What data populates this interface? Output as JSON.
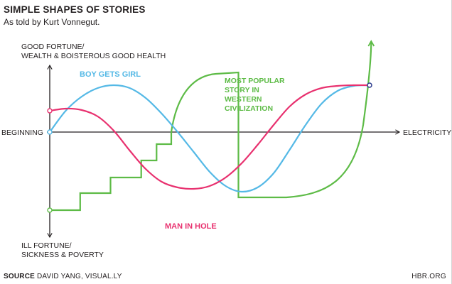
{
  "header": {
    "title": "SIMPLE SHAPES OF STORIES",
    "subtitle": "As told by Kurt Vonnegut."
  },
  "footer": {
    "source_label": "SOURCE",
    "source_text": " DAVID YANG, VISUAL.LY",
    "credit": "HBR.ORG"
  },
  "chart_data": {
    "type": "line",
    "grid": false,
    "legend": "labels placed next to each curve",
    "axes": {
      "y_top_label": [
        "GOOD FORTUNE/",
        "WEALTH & BOISTEROUS GOOD HEALTH"
      ],
      "y_bottom_label": [
        "ILL FORTUNE/",
        "SICKNESS & POVERTY"
      ],
      "x_left_label": "BEGINNING",
      "x_right_label": "ELECTRICITY",
      "xlim": [
        0,
        100
      ],
      "ylim": [
        -100,
        100
      ]
    },
    "colors": {
      "axis": "#231f20",
      "boy_gets_girl": "#55b9e6",
      "man_in_hole": "#e8316f",
      "most_popular": "#5dbb46"
    },
    "series": [
      {
        "key": "boy_gets_girl",
        "name": "BOY GETS GIRL",
        "x": [
          0,
          5,
          10,
          15,
          20,
          25,
          30,
          35,
          40,
          45,
          50,
          55,
          60,
          65,
          70,
          75,
          80,
          85,
          90,
          95,
          100
        ],
        "y": [
          0,
          30,
          50,
          62,
          66,
          62,
          48,
          26,
          0,
          -28,
          -56,
          -76,
          -84,
          -78,
          -58,
          -25,
          10,
          40,
          58,
          65,
          66
        ]
      },
      {
        "key": "man_in_hole",
        "name": "MAN IN HOLE",
        "x": [
          0,
          5,
          10,
          15,
          20,
          25,
          30,
          35,
          40,
          45,
          50,
          55,
          60,
          65,
          70,
          75,
          80,
          85,
          90,
          95,
          100
        ],
        "y": [
          30,
          33,
          31,
          22,
          2,
          -26,
          -52,
          -70,
          -78,
          -80,
          -76,
          -64,
          -44,
          -18,
          10,
          36,
          53,
          62,
          65,
          66,
          66
        ]
      },
      {
        "key": "most_popular",
        "name": [
          "MOST POPULAR",
          "STORY IN",
          "WESTERN",
          "CIVILIZATION"
        ],
        "x": [
          0,
          9.5,
          9.5,
          19,
          19,
          28.6,
          28.6,
          38,
          45,
          52,
          59,
          68,
          78,
          85,
          90,
          95,
          100
        ],
        "y": [
          -110,
          -110,
          -86,
          -86,
          -64,
          -64,
          -40,
          0,
          72,
          82,
          84,
          -92,
          -92,
          -86,
          -66,
          -20,
          120
        ],
        "steps_x": [
          0,
          9.5,
          19,
          28.6,
          33.4,
          38
        ],
        "steps_y": [
          -110,
          -86,
          -64,
          -40,
          -17,
          0
        ]
      }
    ]
  }
}
